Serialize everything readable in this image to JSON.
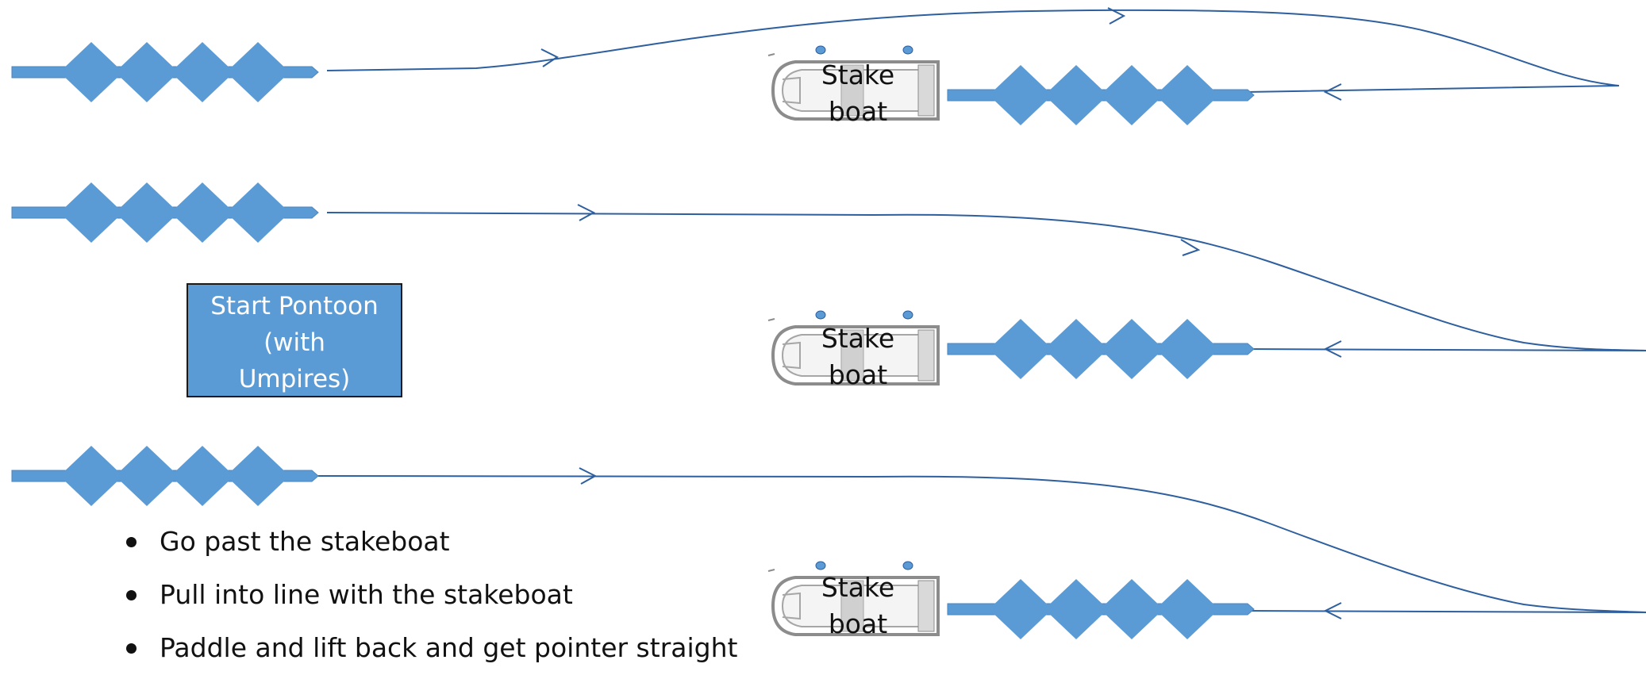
{
  "start_pontoon": {
    "line1": "Start Pontoon",
    "line2": "(with",
    "line3": "Umpires)"
  },
  "stake_boats": [
    {
      "line1": "Stake",
      "line2": "boat"
    },
    {
      "line1": "Stake",
      "line2": "boat"
    },
    {
      "line1": "Stake",
      "line2": "boat"
    }
  ],
  "instructions": [
    "Go past the stakeboat",
    "Pull into line with the stakeboat",
    "Paddle and lift back and get pointer straight"
  ],
  "colors": {
    "boat_fill": "#5b9bd5",
    "path_line": "#2e5f9e",
    "stake_boat_outline": "#8c8c8c"
  },
  "icons": {
    "crew_boat": "four-rower-boat-icon",
    "stake_boat": "dinghy-icon"
  }
}
